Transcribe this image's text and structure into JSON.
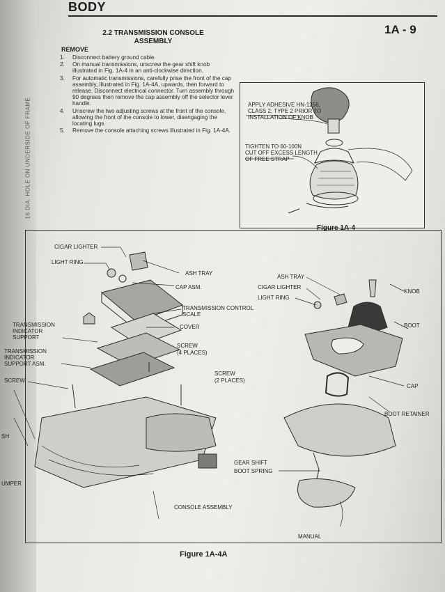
{
  "header": {
    "section": "BODY",
    "page_number": "1A - 9"
  },
  "gutter_text": "16 DIA. HOLE ON UNDERSIDE OF FRAME",
  "procedure": {
    "title_line1": "2.2 TRANSMISSION CONSOLE",
    "title_line2": "ASSEMBLY",
    "subheading": "REMOVE",
    "steps": [
      {
        "n": "1.",
        "text": "Disconnect battery ground cable."
      },
      {
        "n": "2.",
        "text": "On manual transmissions, unscrew the gear shift knob illustrated in Fig. 1A-4 in an anti-clockwise direction."
      },
      {
        "n": "3.",
        "text": "For automatic transmissions, carefully prise the front of the cap assembly, illustrated in Fig. 1A-4A, upwards, then forward to release. Disconnect electrical connector. Turn assembly through 90 degrees then remove the cap assembly off the selector lever handle."
      },
      {
        "n": "4.",
        "text": "Unscrew the two adjusting screws at the front of the console, allowing the front of the console to lower, disengaging the locating lugs."
      },
      {
        "n": "5.",
        "text": "Remove the console attaching screws illustrated in Fig. 1A-4A."
      }
    ]
  },
  "figure_small": {
    "caption": "Figure 1A-4",
    "labels": {
      "adhesive_1": "APPLY ADHESIVE HN-1256,",
      "adhesive_2": "CLASS 2, TYPE 2 PRIOR TO",
      "adhesive_3": "INSTALLATION OF KNOB",
      "tighten_1": "TIGHTEN TO 60-100N",
      "tighten_2": "CUT OFF EXCESS LENGTH",
      "tighten_3": "OF FREE STRAP"
    }
  },
  "figure_big": {
    "caption": "Figure 1A-4A",
    "left_labels": {
      "cigar_lighter": "CIGAR LIGHTER",
      "light_ring": "LIGHT RING",
      "ash_tray": "ASH TRAY",
      "cap_asm": "CAP ASM.",
      "trans_control_1": "TRANSMISSION CONTROL",
      "trans_control_2": "SCALE",
      "cover": "COVER",
      "ind_support_1": "TRANSMISSION",
      "ind_support_2": "INDICATOR",
      "ind_support_3": "SUPPORT",
      "ind_asm_1": "TRANSMISSION",
      "ind_asm_2": "INDICATOR",
      "ind_asm_3": "SUPPORT ASM.",
      "screw_4_1": "SCREW",
      "screw_4_2": "(4 PLACES)",
      "screw_2_1": "SCREW",
      "screw_2_2": "(2 PLACES)",
      "screw": "SCREW",
      "ash_cut": "SH",
      "bumper_cut": "UMPER",
      "console_assembly": "CONSOLE ASSEMBLY"
    },
    "right_labels": {
      "ash_tray": "ASH TRAY",
      "cigar_lighter": "CIGAR LIGHTER",
      "light_ring": "LIGHT RING",
      "knob": "KNOB",
      "boot": "BOOT",
      "cap": "CAP",
      "boot_retainer": "BOOT RETAINER",
      "gear_shift_1": "GEAR SHIFT",
      "gear_shift_2": "BOOT SPRING",
      "manual": "MANUAL"
    }
  }
}
